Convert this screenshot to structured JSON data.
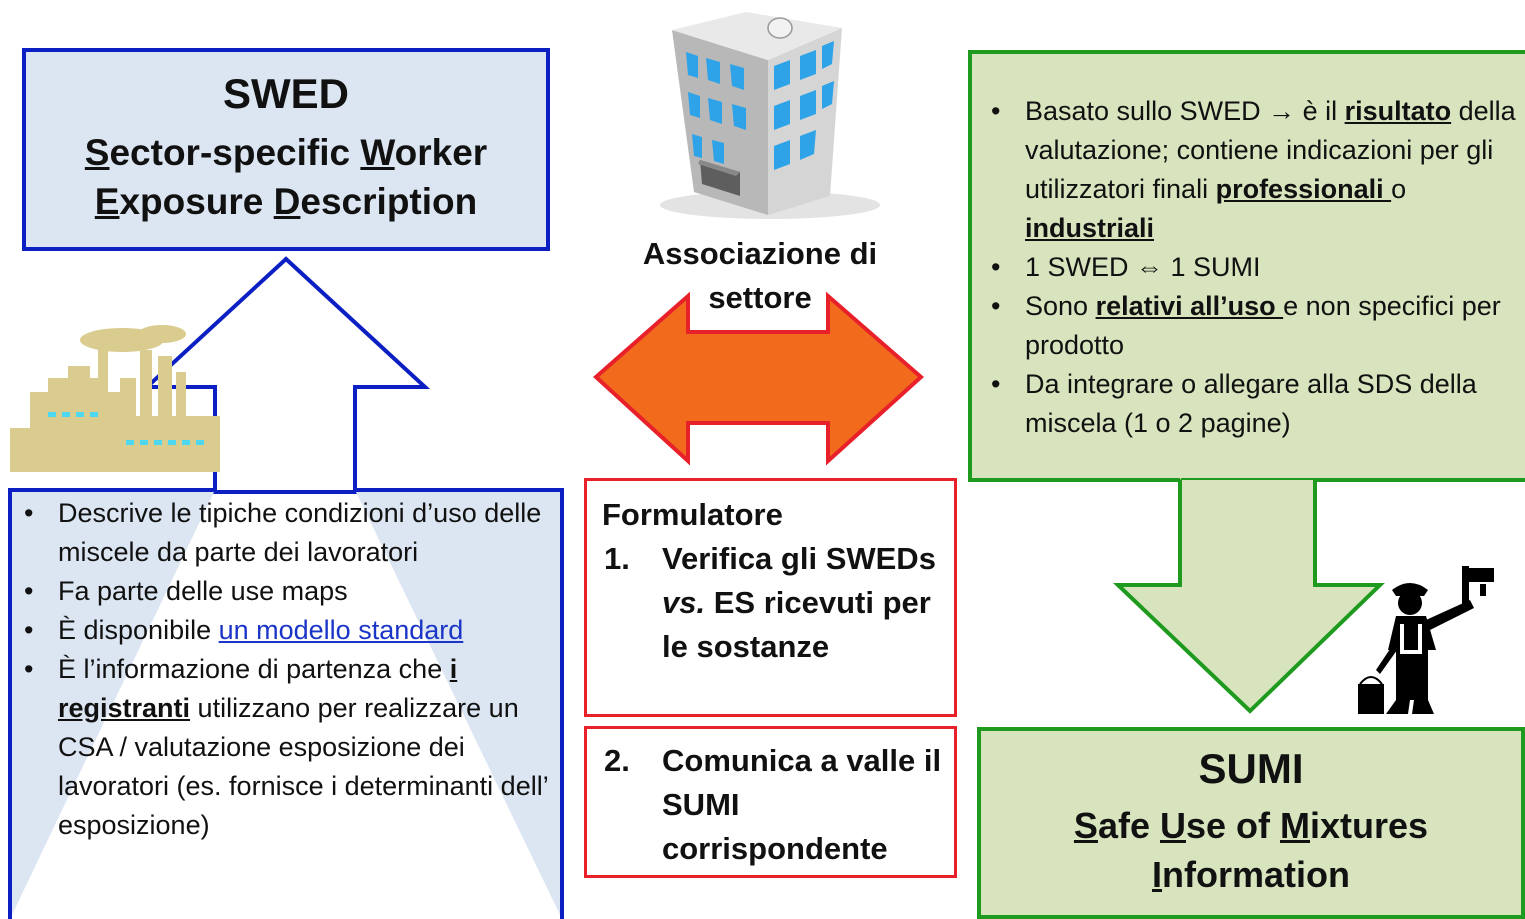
{
  "swed": {
    "title": "SWED",
    "line1": [
      {
        "initial": "S",
        "rest": "ector-specific "
      },
      {
        "initial": "W",
        "rest": "orker"
      }
    ],
    "line2": [
      {
        "initial": "E",
        "rest": "xposure "
      },
      {
        "initial": "D",
        "rest": "escription"
      }
    ]
  },
  "swed_notes": {
    "b1": "Descrive le tipiche condizioni d’uso delle miscele da parte dei lavoratori",
    "b2": "Fa parte delle use maps",
    "b3_pre": "È disponibile ",
    "b3_link": "un modello standard",
    "b4_pre": "È l’informazione di partenza che ",
    "b4_bold": "i registranti",
    "b4_post": " utilizzano per realizzare un CSA / valutazione esposizione dei lavoratori (es. fornisce i determinanti dell’ esposizione)"
  },
  "center": {
    "assoc_line1": "Associazione di",
    "assoc_line2": "settore",
    "formulatore": "Formulatore",
    "step1_num": "1.",
    "step1_pre": "Verifica gli SWEDs ",
    "step1_em": "vs.",
    "step1_post": " ES ricevuti per le sostanze",
    "step2_num": "2.",
    "step2_text": "Comunica a valle il SUMI corrispondente"
  },
  "sumi_notes": {
    "b1_pre": "Basato sullo SWED → è il ",
    "b1_bold": "risultato",
    "b1_mid": " della valutazione; contiene indicazioni per gli utilizzatori finali ",
    "b1_bold2": "professionali ",
    "b1_o": "o ",
    "b1_bold3": "industriali",
    "b2": "1 SWED ⇔ 1 SUMI",
    "b3_pre": "Sono ",
    "b3_bold": "relativi all’uso ",
    "b3_post": "e non specifici per prodotto",
    "b4": "Da integrare o allegare alla SDS della miscela (1 o 2 pagine)"
  },
  "sumi": {
    "title": "SUMI",
    "line1": [
      {
        "initial": "S",
        "rest": "afe "
      },
      {
        "initial": "U",
        "rest": "se of "
      },
      {
        "initial": "M",
        "rest": "ixtures"
      }
    ],
    "line2": [
      {
        "initial": "I",
        "rest": "nformation"
      }
    ]
  },
  "colors": {
    "swed_border": "#0b1fc2",
    "swed_fill": "#dce6f2",
    "sumi_border": "#1e9a1e",
    "sumi_fill": "#d7e4bd",
    "double_arrow": "#f26b1d",
    "double_arrow_border": "#e8202a",
    "factory": "#d9cc8e",
    "building_windows": "#2ea3e8"
  },
  "icons": [
    "factory-icon",
    "building-icon",
    "painter-icon",
    "double-arrow",
    "up-arrow",
    "down-arrow"
  ]
}
